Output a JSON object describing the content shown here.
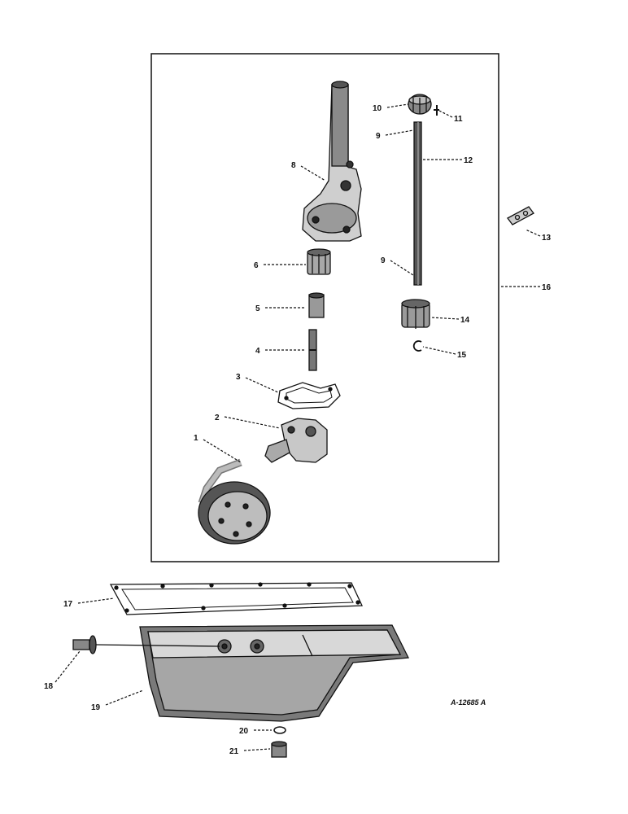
{
  "callouts": [
    {
      "id": "1",
      "text": "1"
    },
    {
      "id": "2",
      "text": "2"
    },
    {
      "id": "3",
      "text": "3"
    },
    {
      "id": "4",
      "text": "4"
    },
    {
      "id": "5",
      "text": "5"
    },
    {
      "id": "6",
      "text": "6"
    },
    {
      "id": "8",
      "text": "8"
    },
    {
      "id": "9a",
      "text": "9"
    },
    {
      "id": "9b",
      "text": "9"
    },
    {
      "id": "10",
      "text": "10"
    },
    {
      "id": "11",
      "text": "11"
    },
    {
      "id": "12",
      "text": "12"
    },
    {
      "id": "13",
      "text": "13"
    },
    {
      "id": "14",
      "text": "14"
    },
    {
      "id": "15",
      "text": "15"
    },
    {
      "id": "16",
      "text": "16"
    },
    {
      "id": "17",
      "text": "17"
    },
    {
      "id": "18",
      "text": "18"
    },
    {
      "id": "19",
      "text": "19"
    },
    {
      "id": "20",
      "text": "20"
    },
    {
      "id": "21",
      "text": "21"
    }
  ],
  "drawing_ref": "A-12685 A"
}
